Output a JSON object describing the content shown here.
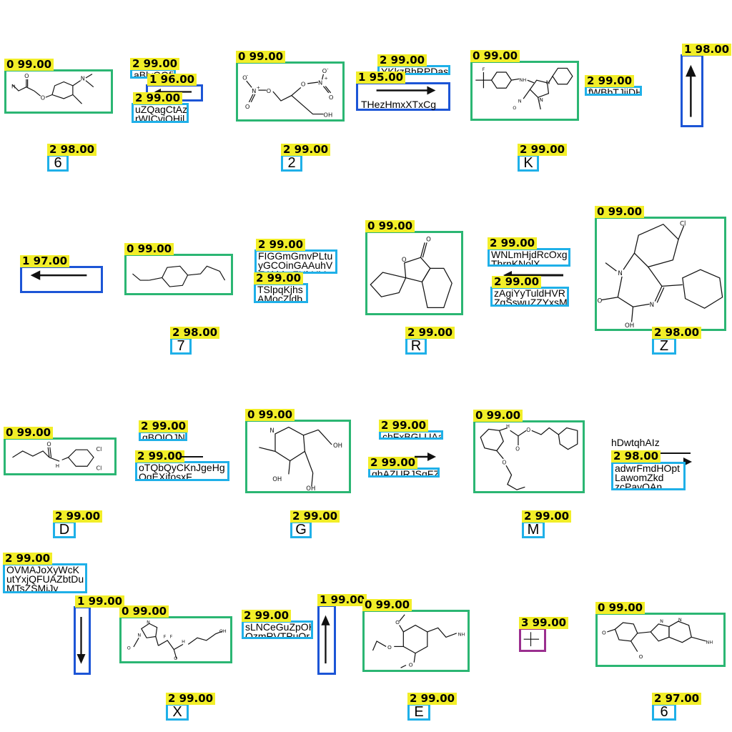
{
  "detections": {
    "m1": {
      "tag": "0 99.00"
    },
    "t1": {
      "tag": "2 99.00",
      "text": "aBlvOOfi"
    },
    "a1": {
      "tag": "1 96.00"
    },
    "t2": {
      "tag": "2 99.00",
      "text": "uZQagCtAz\nrWICvjOHjl"
    },
    "m2": {
      "tag": "0 99.00"
    },
    "t3": {
      "tag": "2 99.00",
      "text": "YKkzBhRPDas"
    },
    "a2": {
      "tag": "1 95.00",
      "text": "THezHmxXTxCg"
    },
    "m3": {
      "tag": "0 99.00"
    },
    "t4": {
      "tag": "2 99.00",
      "text": "fWBbTJjiDH"
    },
    "a3": {
      "tag": "1 98.00"
    },
    "l1": {
      "tag": "2 98.00",
      "text": "6"
    },
    "l2": {
      "tag": "2 99.00",
      "text": "2"
    },
    "l3": {
      "tag": "2 99.00",
      "text": "K"
    },
    "a4": {
      "tag": "1 97.00"
    },
    "m4": {
      "tag": "0 99.00"
    },
    "t5": {
      "tag": "2 99.00",
      "text": "FIGGmGmvPLtu\nyGCOinGAAuhV\nEAkhknFHhYM"
    },
    "t6": {
      "tag": "2 99.00",
      "text": "TSlpqKjhs\nAMocZldb"
    },
    "m5": {
      "tag": "0 99.00"
    },
    "t7": {
      "tag": "2 99.00",
      "text": "WNLmHjdRcOxg\nThrnKNolX"
    },
    "t8": {
      "tag": "2 99.00",
      "text": "zAgiYyTuldHVR\nZgSswuZZYxsM"
    },
    "m6": {
      "tag": "0 99.00"
    },
    "l4": {
      "tag": "2 98.00",
      "text": "7"
    },
    "l5": {
      "tag": "2 99.00",
      "text": "R"
    },
    "l6": {
      "tag": "2 98.00",
      "text": "Z"
    },
    "m7": {
      "tag": "0 99.00"
    },
    "t9": {
      "tag": "2 99.00",
      "text": "qBOIOJNr"
    },
    "t10": {
      "tag": "2 99.00",
      "text": "oTQbQyCKnJgeHg\nOgEXifosxF"
    },
    "m8": {
      "tag": "0 99.00"
    },
    "t11": {
      "tag": "2 99.00",
      "text": "chFxBGLUAa"
    },
    "t12": {
      "tag": "2 99.00",
      "text": "qhAZURJSqFZ"
    },
    "m9": {
      "tag": "0 99.00"
    },
    "t13": {
      "tag": "2 98.00",
      "text": "adwrFmdHOpt\nLawomZkd\nzcPayQAn"
    },
    "loose1": {
      "text": "hDwtqhAIz"
    },
    "l7": {
      "tag": "2 99.00",
      "text": "D"
    },
    "l8": {
      "tag": "2 99.00",
      "text": "G"
    },
    "l9": {
      "tag": "2 99.00",
      "text": "M"
    },
    "t14": {
      "tag": "2 99.00",
      "text": "OVMAJoXyWcK\nutYxjQFUAZbtDu\nMTsZSMjJy"
    },
    "a5": {
      "tag": "1 99.00"
    },
    "m10": {
      "tag": "0 99.00"
    },
    "t15": {
      "tag": "2 99.00",
      "text": "sLNCeGuZpOH\nOzmRVTPuOr"
    },
    "a6": {
      "tag": "1 99.00"
    },
    "m11": {
      "tag": "0 99.00"
    },
    "o1": {
      "tag": "3 99.00"
    },
    "m12": {
      "tag": "0 99.00"
    },
    "l10": {
      "tag": "2 99.00",
      "text": "X"
    },
    "l11": {
      "tag": "2 99.00",
      "text": "E"
    },
    "l12": {
      "tag": "2 97.00",
      "text": "6"
    }
  },
  "colors": {
    "molecule_box": "#2bb673",
    "text_box": "#1fb0e8",
    "arrow_box": "#1c55d6",
    "other_box": "#9b2f8f",
    "tag_background": "#f2ee28"
  }
}
